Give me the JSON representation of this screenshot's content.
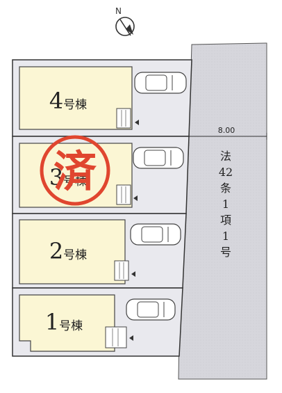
{
  "north": {
    "label": "N"
  },
  "road": {
    "width_label": "8.00",
    "law_label": [
      "法",
      "42",
      "条",
      "1",
      "項",
      "1",
      "号"
    ]
  },
  "buildings": [
    {
      "number": "4",
      "suffix": "号棟"
    },
    {
      "number": "3",
      "suffix": "号棟"
    },
    {
      "number": "2",
      "suffix": "号棟"
    },
    {
      "number": "1",
      "suffix": "号棟"
    }
  ],
  "stamp": {
    "label": "済"
  },
  "colors": {
    "building_fill": "#fbf6d4",
    "parking_fill": "#e9e9ee",
    "road_fill": "#d6d6dc",
    "stamp": "#e0462f"
  }
}
